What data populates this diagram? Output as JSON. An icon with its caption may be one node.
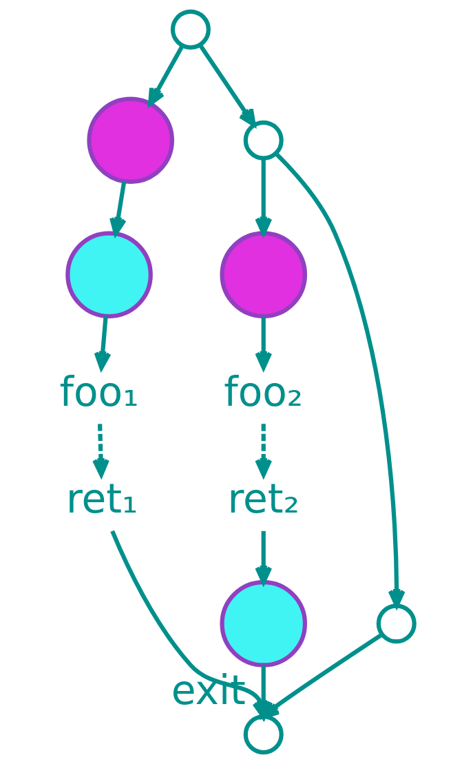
{
  "diagram": {
    "nodes": [
      {
        "text": [],
        "shape": "circle"
      },
      {
        "text": [],
        "shape": "circle"
      },
      {
        "text": [],
        "shape": "circle"
      },
      {
        "text": [],
        "shape": "circle"
      },
      {
        "text": [],
        "shape": "circle"
      },
      {
        "text": [],
        "shape": "circle"
      },
      {
        "text": [
          "foo₁"
        ]
      },
      {
        "text": [
          "foo₂"
        ]
      },
      {
        "text": [
          "ret₁"
        ]
      },
      {
        "text": [
          "ret₂"
        ]
      },
      {
        "text": [],
        "shape": "circle"
      },
      {
        "text": [],
        "shape": "circle",
        "beside": [
          "exit"
        ]
      }
    ],
    "edges": [
      {
        "from": 0,
        "to": 1,
        "arrow": "to"
      },
      {
        "from": 0,
        "to": 2,
        "arrow": "to"
      },
      {
        "from": 1,
        "to": 3,
        "arrow": "to"
      },
      {
        "from": 2,
        "to": 4,
        "arrow": "to"
      },
      {
        "from": 2,
        "to": 5,
        "arrow": "to"
      },
      {
        "from": 3,
        "to": 6,
        "arrow": "to"
      },
      {
        "from": 4,
        "to": 7,
        "arrow": "to"
      },
      {
        "from": 6,
        "to": 8,
        "arrow": "to",
        "style": "dashed"
      },
      {
        "from": 7,
        "to": 9,
        "arrow": "to",
        "style": "dashed"
      },
      {
        "from": 9,
        "to": 10,
        "arrow": "to"
      },
      {
        "from": 8,
        "to": 11,
        "arrow": "to"
      },
      {
        "from": 10,
        "to": 11,
        "arrow": "to"
      },
      {
        "from": 5,
        "to": 11,
        "arrow": "to"
      }
    ]
  }
}
